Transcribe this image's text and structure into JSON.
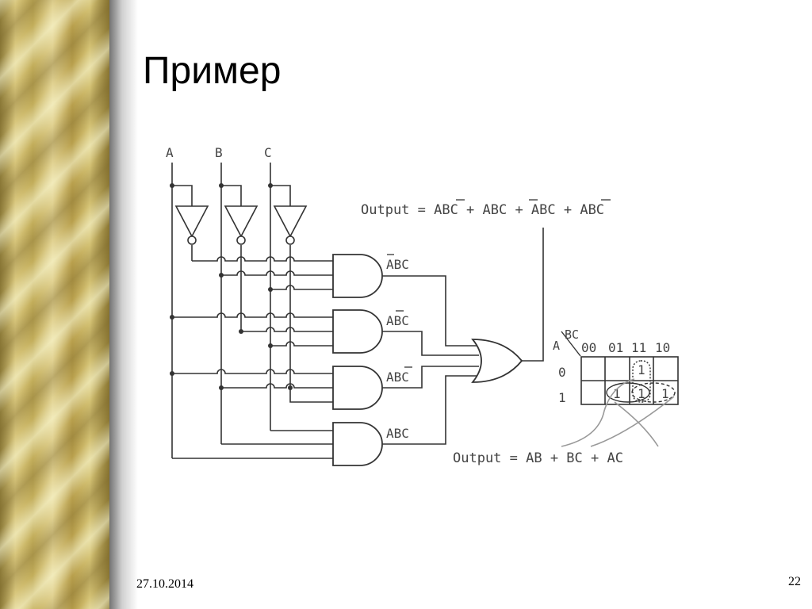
{
  "slide": {
    "title": "Пример",
    "date": "27.10.2014",
    "page_number": "22"
  },
  "colors": {
    "wire": "#333333",
    "text": "#444444",
    "map_group": "#999999"
  },
  "circuit": {
    "inputs": [
      "A",
      "B",
      "C"
    ],
    "gate_labels": [
      "ABC",
      "ABC",
      "ABC",
      "ABC"
    ],
    "output_expression": "Output = ABC + ABC + ABC + ABC",
    "simplified_expression": "Output = AB + BC + AC"
  },
  "kmap": {
    "corner_row_var": "A",
    "corner_col_var": "BC",
    "col_labels": [
      "00",
      "01",
      "11",
      "10"
    ],
    "row_labels": [
      "0",
      "1"
    ],
    "cells": [
      [
        "",
        "",
        "1",
        ""
      ],
      [
        "",
        "1",
        "1",
        "1"
      ]
    ]
  }
}
